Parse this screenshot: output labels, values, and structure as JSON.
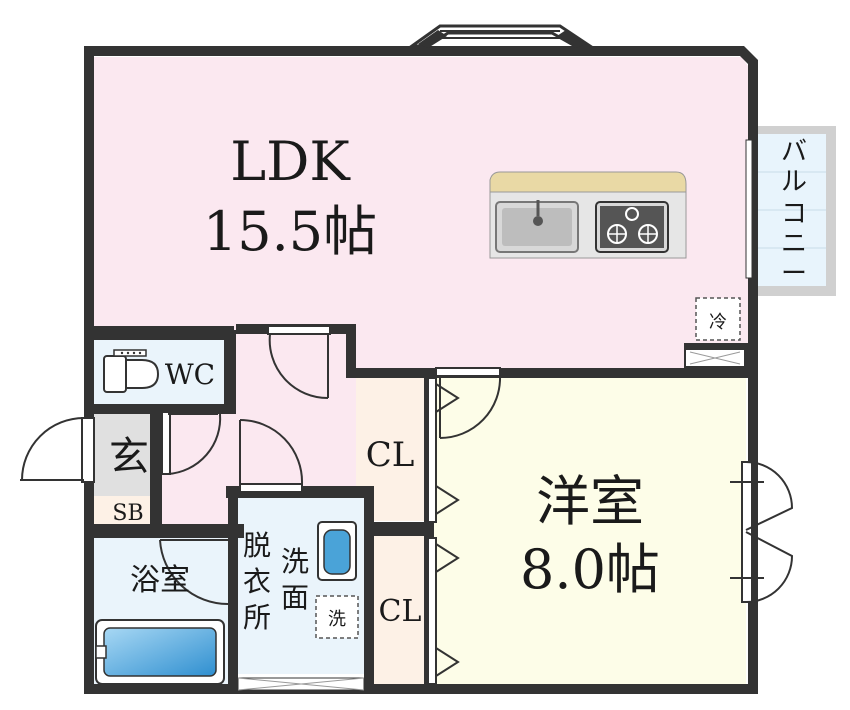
{
  "colors": {
    "wall": "#333333",
    "ldk_floor": "#fbe8f0",
    "hall_floor": "#fbe8f0",
    "western_floor": "#fdfde8",
    "closet_floor": "#fdf1e6",
    "wet_floor": "#eaf4fb",
    "balcony_floor": "#e8f4fc",
    "balcony_frame": "#d0d0d0",
    "counter_top": "#e9d9a5",
    "counter_body": "#e6e6e6",
    "tub": "#4aa3d8"
  },
  "rooms": {
    "ldk": {
      "name": "LDK",
      "size": "15.5帖"
    },
    "western": {
      "name": "洋室",
      "size": "8.0帖"
    },
    "closet_top": {
      "name": "CL"
    },
    "closet_bottom": {
      "name": "CL"
    },
    "wc": {
      "name": "WC"
    },
    "bath": {
      "name": "浴室"
    },
    "entrance": {
      "name": "玄"
    },
    "shoe_box": {
      "name": "SB"
    },
    "dressing": {
      "chars": [
        "脱",
        "衣",
        "所"
      ]
    },
    "washbasin": {
      "chars": [
        "洗",
        "面"
      ]
    },
    "balcony": {
      "chars": [
        "バ",
        "ル",
        "コ",
        "ニ",
        "ー"
      ]
    }
  },
  "fixtures": {
    "fridge": "冷",
    "washer": "洗"
  },
  "icons": [
    "kitchen-counter-icon",
    "sink-icon",
    "stove-icon",
    "toilet-icon",
    "bathtub-icon",
    "washbasin-icon",
    "door-swing-icon",
    "bay-window-icon"
  ]
}
